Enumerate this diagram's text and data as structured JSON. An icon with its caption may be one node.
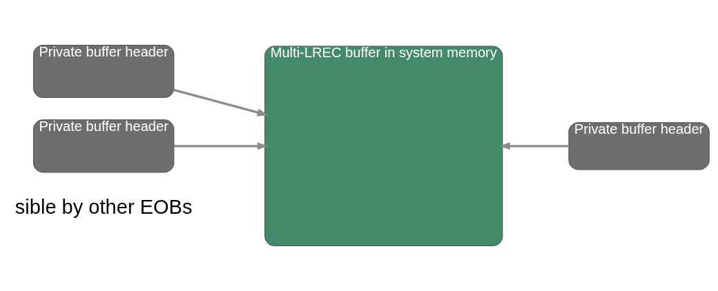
{
  "diagram": {
    "nodes": [
      {
        "text": [
          "Private buffer header"
        ]
      },
      {
        "text": [
          "Private buffer header"
        ]
      },
      {
        "text": [
          "Multi-LREC buffer in system memory"
        ]
      },
      {
        "text": [
          "Private buffer header"
        ]
      }
    ],
    "edges": [
      {
        "from": 0,
        "to": 2,
        "arrow": "to"
      },
      {
        "from": 1,
        "to": 2,
        "arrow": "to"
      },
      {
        "from": 3,
        "to": 2,
        "arrow": "to"
      }
    ],
    "labels": [
      "sible by other EOBs"
    ]
  }
}
